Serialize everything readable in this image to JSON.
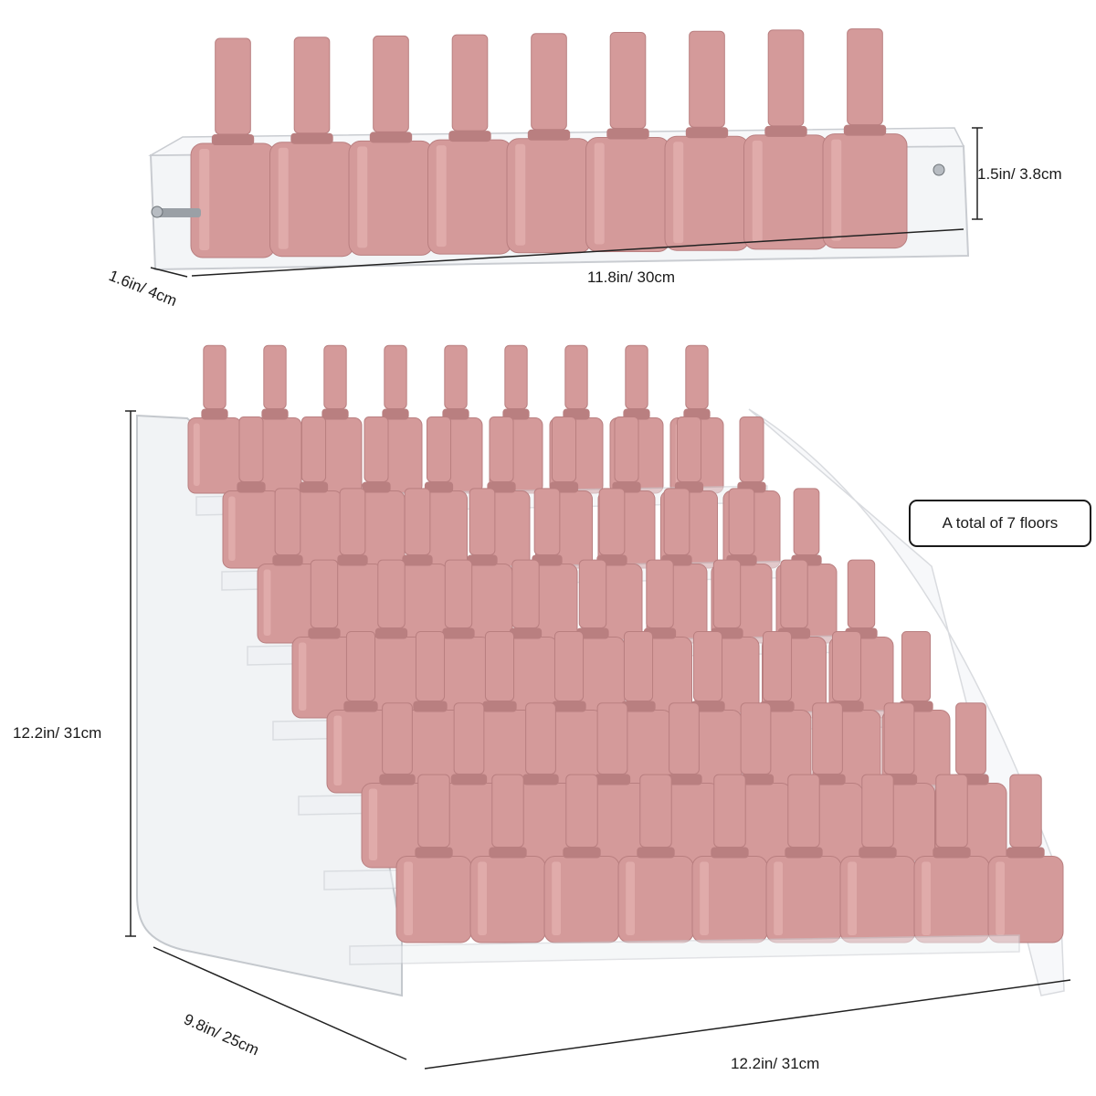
{
  "colors": {
    "bottle_body": "#d49a9a",
    "bottle_shade": "#b97f80",
    "bottle_highlight": "#e8b8b6",
    "acrylic_edge": "#c9ccd1",
    "acrylic_fill": "#eef1f4",
    "dimension_line": "#222222"
  },
  "small_shelf": {
    "bottle_count": 9,
    "dimensions": {
      "height": "1.5in/ 3.8cm",
      "length": "11.8in/ 30cm",
      "depth": "1.6in/ 4cm"
    }
  },
  "tiered_rack": {
    "tier_count": 7,
    "dimensions": {
      "height": "12.2in/ 31cm",
      "depth": "9.8in/ 25cm",
      "width": "12.2in/ 31cm"
    }
  },
  "badge": {
    "text": "A total of 7 floors"
  }
}
